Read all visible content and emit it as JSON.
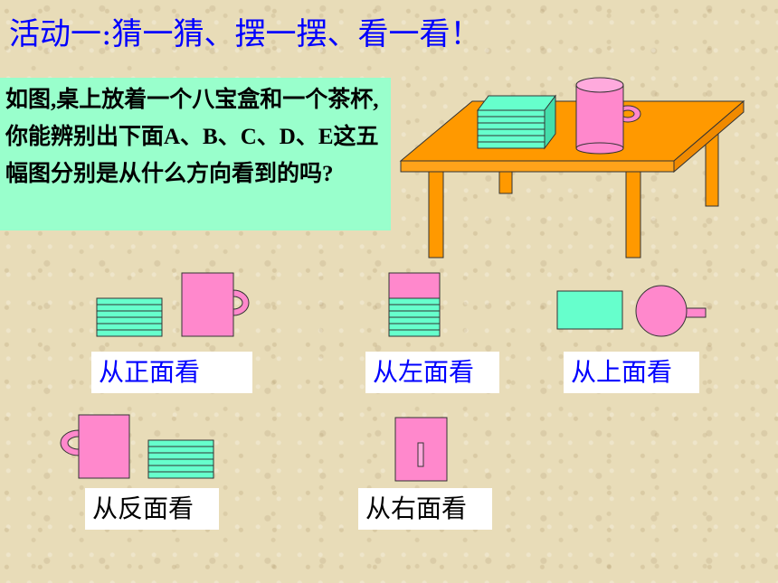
{
  "title": "活动一:猜一猜、摆一摆、看一看！",
  "question": "如图,桌上放着一个八宝盒和一个茶杯,你能辨别出下面A、B、C、D、E这五幅图分别是从什么方向看到的吗?",
  "views": {
    "front": "从正面看",
    "left": "从左面看",
    "top": "从上面看",
    "back": "从反面看",
    "right": "从右面看"
  },
  "colors": {
    "box": "#66ffcc",
    "cup": "#ff88cc",
    "table": "#ff9900",
    "title": "#0000ff",
    "question_bg": "#99ffcc"
  }
}
